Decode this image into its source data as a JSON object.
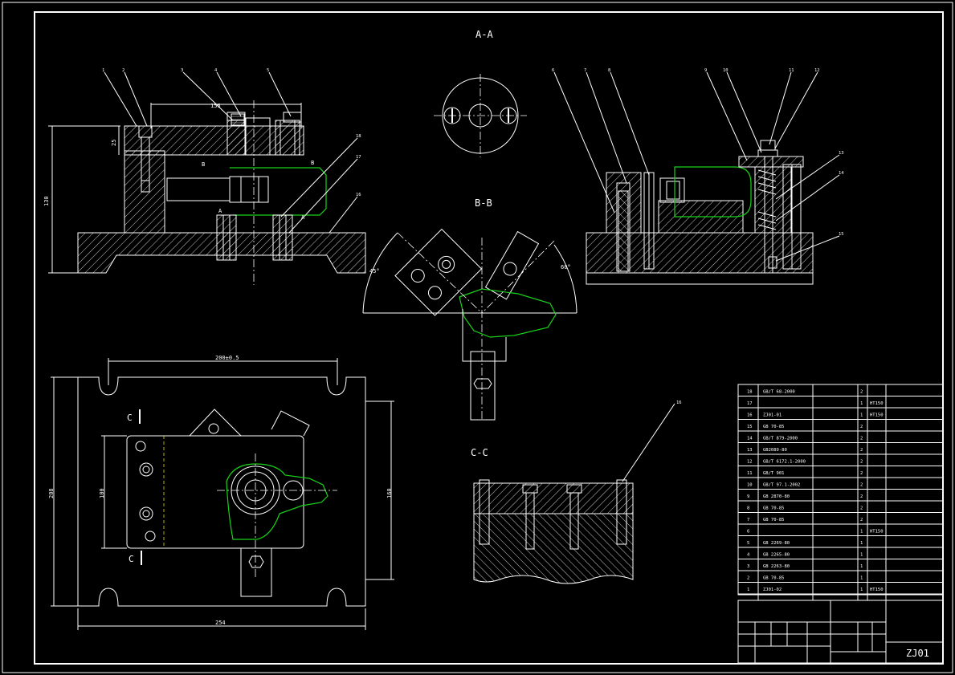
{
  "sections": {
    "aa": "A-A",
    "bb": "B-B",
    "cc": "C-C",
    "c_mark": "C",
    "a_mark": "A",
    "b_mark": "B"
  },
  "dimensions": {
    "d156": "156",
    "d25": "25",
    "d130": "130",
    "d200_05": "200±0.5",
    "d100": "100",
    "d208": "208",
    "d160": "160",
    "d254": "254",
    "a45": "45°",
    "a60": "60°"
  },
  "balloons": [
    "1",
    "2",
    "3",
    "4",
    "5",
    "6",
    "7",
    "8",
    "9",
    "10",
    "11",
    "12",
    "13",
    "14",
    "15",
    "16",
    "17",
    "18"
  ],
  "parts_list": [
    {
      "no": "18",
      "std": "GB/T 68-2000",
      "qty": "2",
      "mat": ""
    },
    {
      "no": "17",
      "std": "",
      "qty": "1",
      "mat": "HT150"
    },
    {
      "no": "16",
      "std": "ZJ01-01",
      "qty": "1",
      "mat": "HT150"
    },
    {
      "no": "15",
      "std": "GB 70-85",
      "qty": "2",
      "mat": ""
    },
    {
      "no": "14",
      "std": "GB/T 879-2000",
      "qty": "2",
      "mat": ""
    },
    {
      "no": "13",
      "std": "GB2089-80",
      "qty": "2",
      "mat": ""
    },
    {
      "no": "12",
      "std": "GB/T 6172.1-2000",
      "qty": "2",
      "mat": ""
    },
    {
      "no": "11",
      "std": "GB/T 901",
      "qty": "2",
      "mat": ""
    },
    {
      "no": "10",
      "std": "GB/T 97.1-2002",
      "qty": "2",
      "mat": ""
    },
    {
      "no": "9",
      "std": "GB 2870-80",
      "qty": "2",
      "mat": ""
    },
    {
      "no": "8",
      "std": "GB 70-85",
      "qty": "2",
      "mat": ""
    },
    {
      "no": "7",
      "std": "GB 70-85",
      "qty": "2",
      "mat": ""
    },
    {
      "no": "6",
      "std": "",
      "qty": "1",
      "mat": "HT150"
    },
    {
      "no": "5",
      "std": "GB 2269-80",
      "qty": "1",
      "mat": ""
    },
    {
      "no": "4",
      "std": "GB 2265-80",
      "qty": "1",
      "mat": ""
    },
    {
      "no": "3",
      "std": "GB 2263-80",
      "qty": "1",
      "mat": ""
    },
    {
      "no": "2",
      "std": "GB 70-85",
      "qty": "1",
      "mat": ""
    },
    {
      "no": "1",
      "std": "ZJ01-02",
      "qty": "1",
      "mat": "HT150"
    }
  ],
  "title_block": {
    "drawing_no": "ZJ01"
  }
}
